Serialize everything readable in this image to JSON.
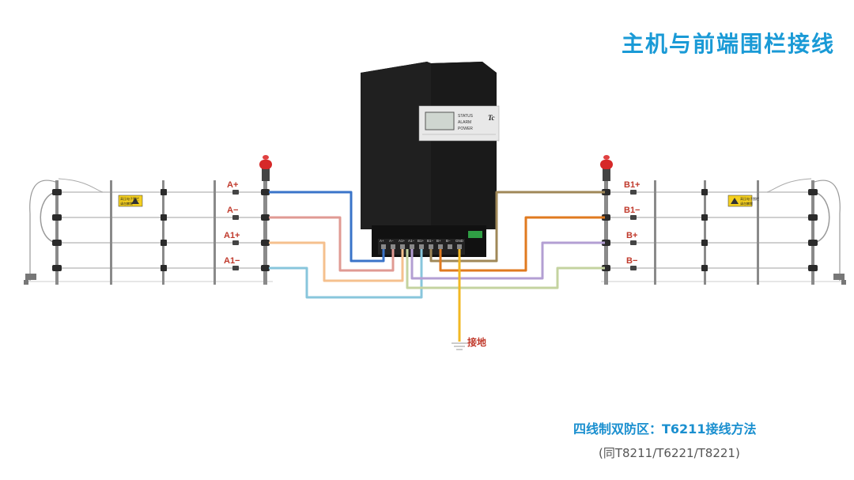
{
  "title": "主机与前端围栏接线",
  "caption": {
    "main": "四线制双防区：T6211接线方法",
    "sub": "(同T8211/T6221/T8221)"
  },
  "ground_label": "接地",
  "left_terminals": [
    "A+",
    "A−",
    "A1+",
    "A1−"
  ],
  "right_terminals": [
    "B1+",
    "B1−",
    "B+",
    "B−"
  ],
  "device": {
    "brand": "Tc",
    "panel_labels": [
      "STATUS",
      "ALARM",
      "POWER"
    ],
    "bottom_terminals": [
      "A+",
      "A−",
      "A1+",
      "A1−",
      "B1+",
      "B1−",
      "B+",
      "B−",
      "GND"
    ]
  },
  "warning_sign": {
    "text_line1": "高压电子围栏",
    "text_line2": "请勿攀爬",
    "icon": "warning-triangle-icon"
  },
  "colors": {
    "title": "#1a9ad6",
    "wire_blue": "#3a74c9",
    "wire_pink": "#e09a93",
    "wire_orange_light": "#f5c08e",
    "wire_cyan": "#88c6dc",
    "wire_brown": "#a08858",
    "wire_orange": "#e07a1f",
    "wire_purple": "#b39fd3",
    "wire_green": "#c4d3a0",
    "wire_ground": "#f2b824",
    "label_red": "#c0392b"
  }
}
